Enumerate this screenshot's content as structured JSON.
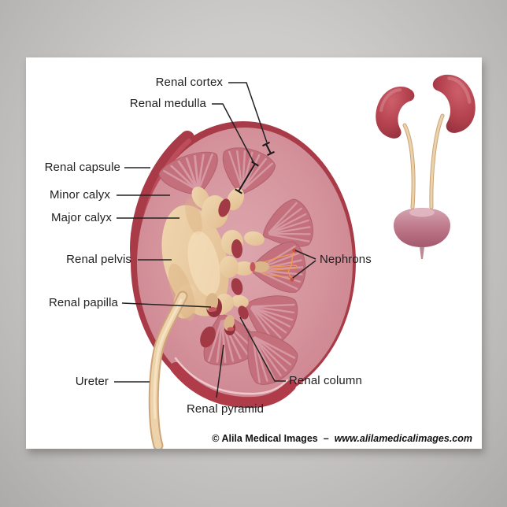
{
  "poster": {
    "labels": {
      "renal_cortex": "Renal cortex",
      "renal_medulla": "Renal medulla",
      "renal_capsule": "Renal capsule",
      "minor_calyx": "Minor calyx",
      "major_calyx": "Major calyx",
      "renal_pelvis": "Renal pelvis",
      "renal_papilla": "Renal papilla",
      "ureter": "Ureter",
      "renal_pyramid": "Renal pyramid",
      "renal_column": "Renal column",
      "nephrons": "Nephrons"
    },
    "credit": {
      "copyright": "© Alila Medical Images",
      "separator": "–",
      "website": "www.alilamedicalimages.com"
    },
    "colors": {
      "backdrop_gray": "#c9c7c5",
      "capsule_dark_red": "#a83b47",
      "cortex_pink": "#d28f98",
      "pyramid_pink": "#c3707c",
      "pyramid_stria": "#d99ea8",
      "pelvis_beige": "#e9cba2",
      "sinus_dark_red": "#a23a46",
      "papilla_tip_red": "#c4565c",
      "nephron_orange": "#ef9a4e",
      "mini_kidney_red": "#b2414d",
      "bladder_mauve": "#b8687c",
      "label_text": "#1f1f1f"
    }
  }
}
